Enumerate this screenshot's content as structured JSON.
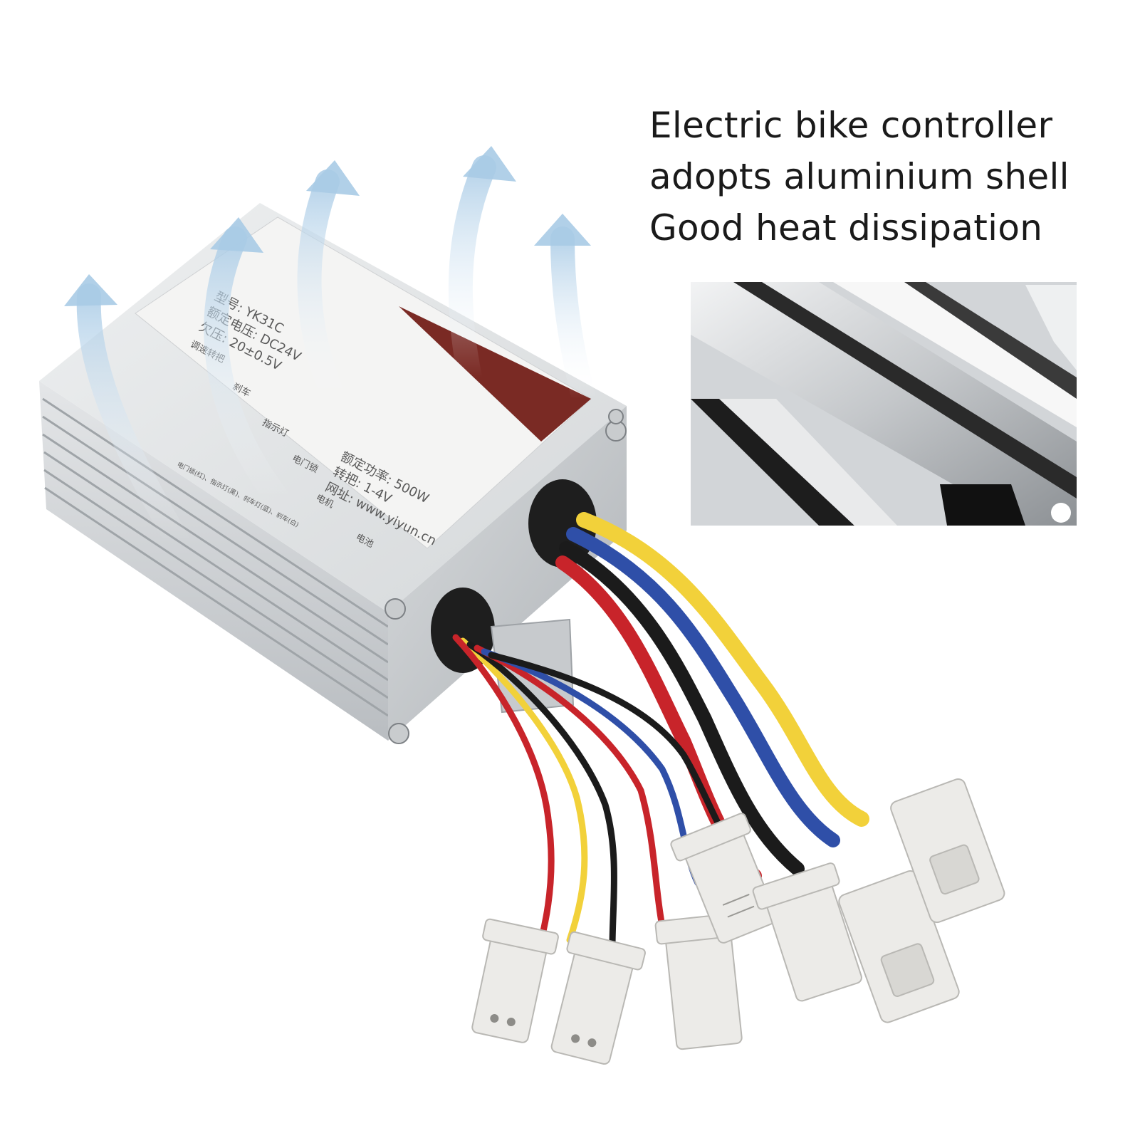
{
  "headline": {
    "line1": "Electric bike controller",
    "line2": "adopts aluminium shell",
    "line3": "Good heat dissipation"
  },
  "controller_label": {
    "model": "型号: YK31C",
    "rated_voltage": "额定电压: DC24V",
    "undervoltage": "欠压: 20±0.5V",
    "rated_power": "额定功率: 500W",
    "throttle": "转把: 1-4V",
    "website": "网址: www.yiyun.cn",
    "section_speed": "调速转把",
    "section_brake": "刹车",
    "section_indicator": "指示灯",
    "section_lock": "电门锁",
    "section_motor": "电机",
    "section_battery": "电池",
    "footnote": "电门锁(红)、指示灯(黑)、刹车灯(蓝)、刹车(白)"
  },
  "colors": {
    "background": "#ffffff",
    "aluminium": "#d7d9db",
    "aluminium_dark": "#a9adb1",
    "label_red": "#7a2a24",
    "wire_yellow": "#f2d13a",
    "wire_blue": "#2f4fa8",
    "wire_red": "#c8242a",
    "wire_black": "#1b1b1b",
    "connector": "#ecebe8",
    "airflow": "#b9d6ec"
  }
}
